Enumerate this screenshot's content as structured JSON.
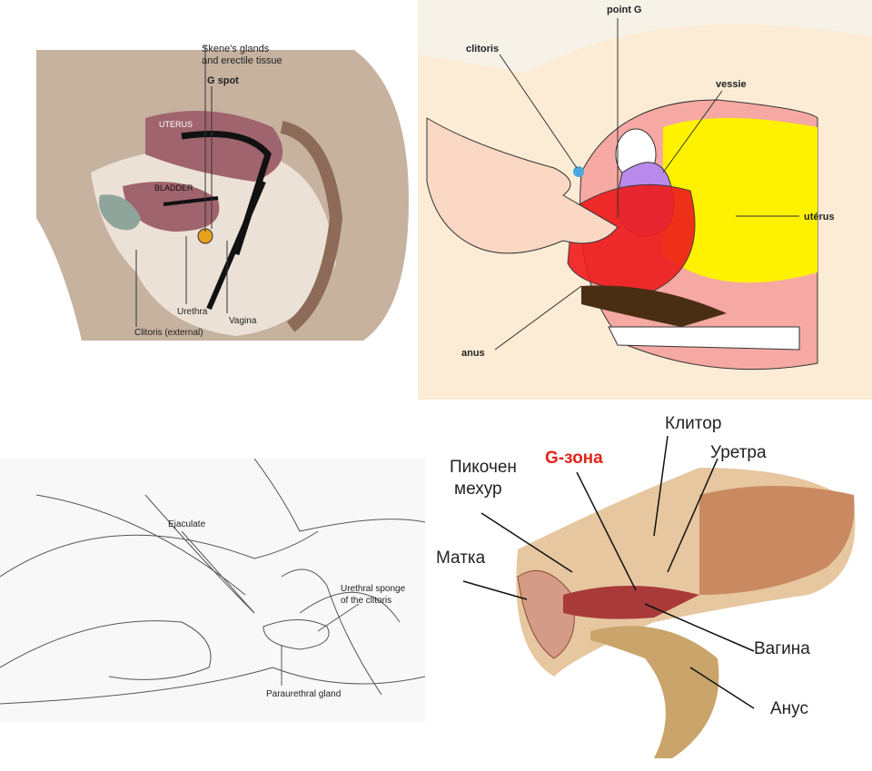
{
  "panel_en": {
    "labels": {
      "skenes": "Skene's glands",
      "skenes2": "and erectile tissue",
      "gspot": "G spot",
      "uterus": "UTERUS",
      "bladder": "BLADDER",
      "urethra": "Urethra",
      "vagina": "Vagina",
      "clitoris": "Clitoris (external)"
    }
  },
  "panel_fr": {
    "labels": {
      "pointg": "point G",
      "clitoris": "clitoris",
      "vessie": "vessie",
      "uterus": "utérus",
      "anus": "anus"
    }
  },
  "panel_sketch": {
    "labels": {
      "ejaculate": "Ejaculate",
      "sponge": "Urethral sponge",
      "sponge2": "of the clitoris",
      "gland": "Paraurethral gland"
    }
  },
  "panel_bg": {
    "labels": {
      "gzone": "G-зона",
      "bladder": "Пикочен",
      "bladder2": "мехур",
      "clitoris": "Клитор",
      "urethra": "Уретра",
      "uterus": "Матка",
      "vagina": "Вагина",
      "anus": "Анус"
    },
    "accent": "#e0241b"
  }
}
